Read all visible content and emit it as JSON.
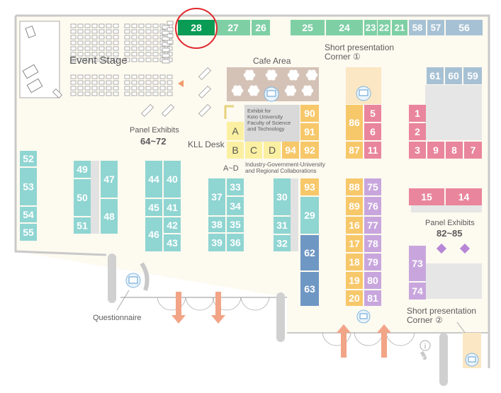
{
  "colors": {
    "floor": "#fdfaf0",
    "wall": "#c9c9c9",
    "green": "#7fcfa5",
    "green_dark": "#0a9b55",
    "teal": "#8fd5d2",
    "blue": "#a7c1d4",
    "blue_dark": "#6f97c4",
    "pink": "#e9859c",
    "orange": "#f7c86a",
    "yellow": "#fbf0a2",
    "purple": "#c8a6dd",
    "cafe": "#d4c2b6",
    "highlight_ring": "#e0282d",
    "arrow": "#f2a487",
    "gray": "#d0d0d0"
  },
  "labels": {
    "event_stage": "Event Stage",
    "cafe_area": "Cafe Area",
    "short_corner_1": "Short presentation\nCorner ①",
    "short_corner_2": "Short presentation\nCorner ②",
    "panel_exhibits_1": "Panel Exhibits",
    "panel_exhibits_1_range": "64~72",
    "panel_exhibits_2": "Panel Exhibits",
    "panel_exhibits_2_range": "82~85",
    "kll_desk": "KLL Desk",
    "keio_exhibit": "Exhibit for\nKeio University\nFaculty of Science\nand Technology",
    "iguc_range": "A~D",
    "iguc_desc": "Industry-Government-University\nand Regional Collaborations",
    "questionnaire": "Questionnaire"
  },
  "booths": {
    "top_row": [
      "28",
      "27",
      "26",
      "25",
      "24",
      "23",
      "22",
      "21",
      "58",
      "57",
      "56"
    ],
    "highlighted": "28",
    "right_top": [
      "61",
      "60",
      "59"
    ],
    "teal_left": [
      "52",
      "53",
      "54",
      "55"
    ],
    "teal_49": [
      "49",
      "50",
      "51",
      "47",
      "48"
    ],
    "teal_40": [
      "44",
      "40",
      "45",
      "41",
      "46",
      "42",
      "43"
    ],
    "teal_33": [
      "37",
      "33",
      "34",
      "38",
      "35",
      "39",
      "36"
    ],
    "teal_30": [
      "30",
      "31",
      "32"
    ],
    "yellow_col": [
      "90",
      "91",
      "92",
      "94",
      "93",
      "29",
      "62",
      "63"
    ],
    "iguc": [
      "A",
      "B",
      "C",
      "D"
    ],
    "orange_col": [
      "86",
      "87",
      "88",
      "89",
      "16",
      "17",
      "18",
      "19",
      "20"
    ],
    "pink_col": [
      "5",
      "6",
      "11"
    ],
    "purple_col": [
      "75",
      "76",
      "77",
      "78",
      "79",
      "80",
      "81"
    ],
    "pink_right": [
      "1",
      "2",
      "3",
      "9",
      "8",
      "7",
      "15",
      "14"
    ],
    "purple_right": [
      "73",
      "74"
    ]
  }
}
